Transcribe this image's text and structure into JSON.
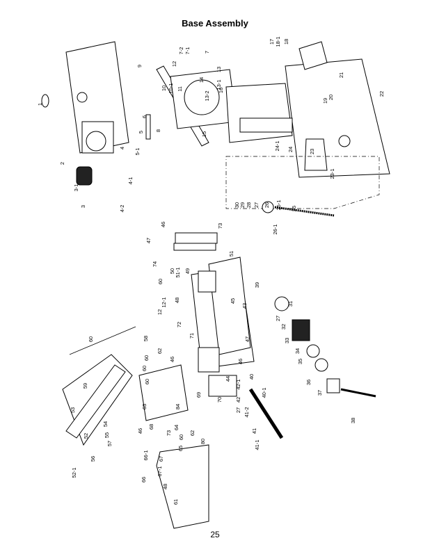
{
  "page": {
    "title": "Base Assembly",
    "page_number": "25"
  },
  "part_labels": [
    "1",
    "2",
    "3-1",
    "3",
    "4-2",
    "4-1",
    "4",
    "5-1",
    "5",
    "6",
    "8",
    "9",
    "10",
    "10-1",
    "11",
    "12",
    "7-2",
    "7-1",
    "7",
    "13",
    "13-1",
    "13-2",
    "14",
    "15",
    "16",
    "17",
    "18-1",
    "18",
    "19",
    "20",
    "21",
    "22",
    "23",
    "23-1",
    "24",
    "24-1",
    "25",
    "25-1",
    "26",
    "26-1",
    "27",
    "28",
    "29",
    "30",
    "46",
    "73",
    "47",
    "74",
    "51",
    "51-1",
    "49",
    "50",
    "60",
    "12-1",
    "48",
    "12",
    "72",
    "71",
    "39",
    "45",
    "43",
    "47",
    "46",
    "44",
    "70",
    "69",
    "40",
    "40-1",
    "42-1",
    "42",
    "27",
    "41-2",
    "41",
    "41-1",
    "31",
    "27",
    "32",
    "33",
    "34",
    "35",
    "36",
    "37",
    "38",
    "58",
    "59",
    "60",
    "60",
    "62",
    "46",
    "60",
    "60",
    "63",
    "68",
    "46",
    "84",
    "64",
    "73",
    "60",
    "62",
    "65",
    "80",
    "67",
    "67-1",
    "48",
    "66-1",
    "66",
    "53",
    "54",
    "55",
    "57",
    "56",
    "52",
    "52-1",
    "61"
  ]
}
